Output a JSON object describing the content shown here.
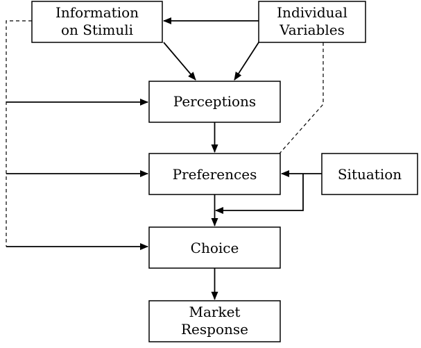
{
  "nodes": {
    "information_on_stimuli": {
      "lines": [
        "Information",
        "on Stimuli"
      ]
    },
    "individual_variables": {
      "lines": [
        "Individual",
        "Variables"
      ]
    },
    "perceptions": {
      "lines": [
        "Perceptions"
      ]
    },
    "preferences": {
      "lines": [
        "Preferences"
      ]
    },
    "situation": {
      "lines": [
        "Situation"
      ]
    },
    "choice": {
      "lines": [
        "Choice"
      ]
    },
    "market_response": {
      "lines": [
        "Market",
        "Response"
      ]
    }
  },
  "edges": [
    {
      "from": "individual_variables",
      "to": "information_on_stimuli",
      "style": "solid"
    },
    {
      "from": "information_on_stimuli",
      "to": "perceptions",
      "style": "solid"
    },
    {
      "from": "individual_variables",
      "to": "perceptions",
      "style": "solid"
    },
    {
      "from": "perceptions",
      "to": "preferences",
      "style": "solid"
    },
    {
      "from": "individual_variables",
      "to": "preferences",
      "style": "dashed"
    },
    {
      "from": "situation",
      "to": "preferences",
      "style": "solid"
    },
    {
      "from": "situation",
      "to": "choice",
      "style": "solid"
    },
    {
      "from": "preferences",
      "to": "choice",
      "style": "solid"
    },
    {
      "from": "choice",
      "to": "market_response",
      "style": "solid"
    },
    {
      "from": "information_on_stimuli",
      "to": "perceptions",
      "style": "dashed-left-feed"
    },
    {
      "from": "information_on_stimuli",
      "to": "preferences",
      "style": "dashed-left-feed"
    },
    {
      "from": "information_on_stimuli",
      "to": "choice",
      "style": "dashed-left-feed"
    }
  ]
}
